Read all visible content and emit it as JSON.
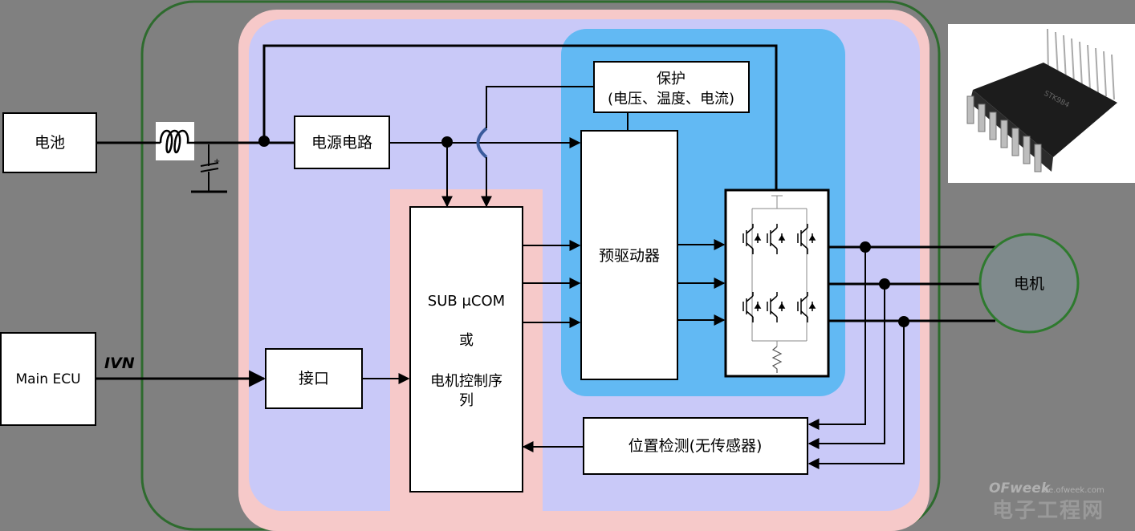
{
  "blocks": {
    "battery": "电池",
    "main_ecu": "Main ECU",
    "ivn": "IVN",
    "power_circuit": "电源电路",
    "protection_line1": "保护",
    "protection_line2": "(电压、温度、电流)",
    "predriver": "预驱动器",
    "mcu_line1": "SUB μCOM",
    "mcu_line2": "或",
    "mcu_line3": "电机控制序",
    "mcu_line4": "列",
    "interface": "接口",
    "position_detect": "位置检测(无传感器)",
    "motor": "电机"
  },
  "watermark": {
    "brand": "OFweek",
    "url": "ee.ofweek.com",
    "site": "电子工程网"
  },
  "colors": {
    "background": "#808080",
    "outer_border": "#2e6b2e",
    "pink_region": "#f6c9c9",
    "lavender_region": "#c9c9f8",
    "blue_region": "#62b9f3",
    "motor_fill": "#7f8a8c",
    "motor_border": "#2e7a2e"
  }
}
